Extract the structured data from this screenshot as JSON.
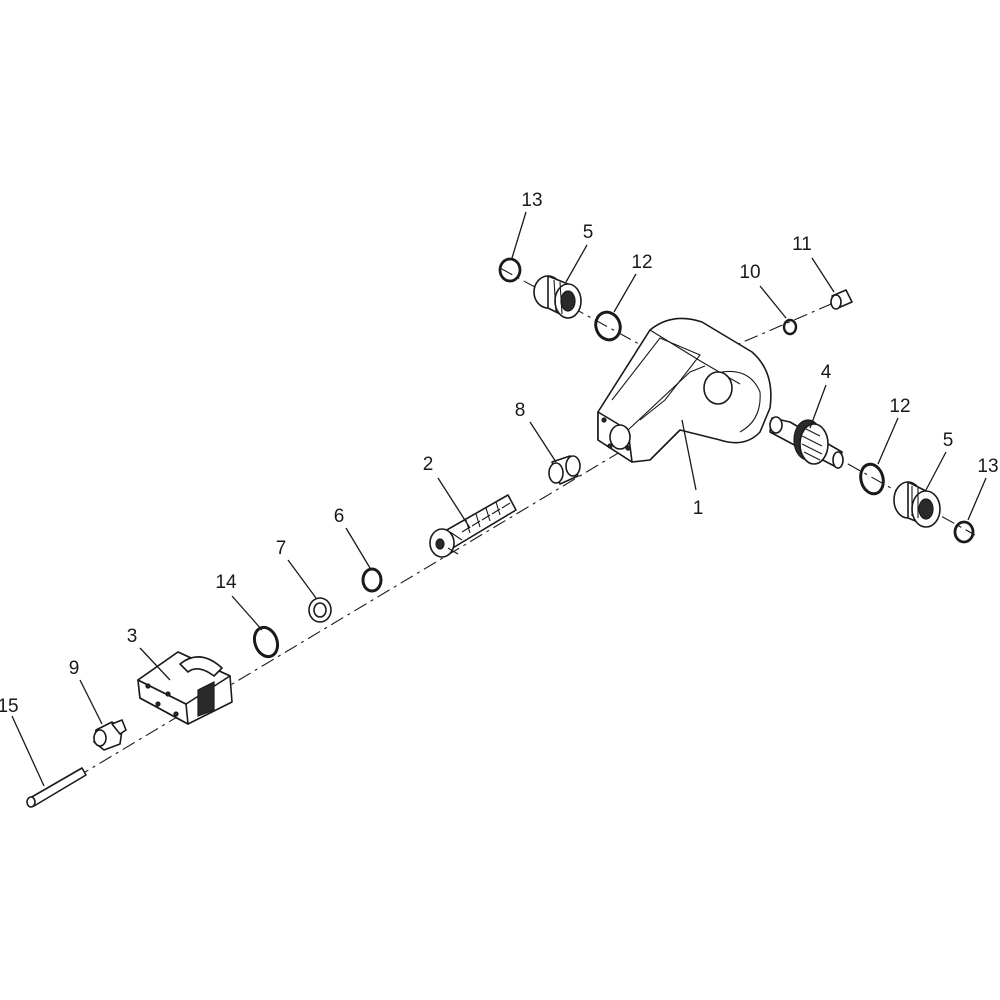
{
  "callouts": {
    "c1": "1",
    "c2": "2",
    "c3": "3",
    "c4": "4",
    "c5a": "5",
    "c5b": "5",
    "c6": "6",
    "c7": "7",
    "c8": "8",
    "c9": "9",
    "c10": "10",
    "c11": "11",
    "c12a": "12",
    "c12b": "12",
    "c13a": "13",
    "c13b": "13",
    "c14": "14",
    "c15": "15"
  },
  "colors": {
    "line": "#1a1a1a",
    "background": "#ffffff"
  }
}
